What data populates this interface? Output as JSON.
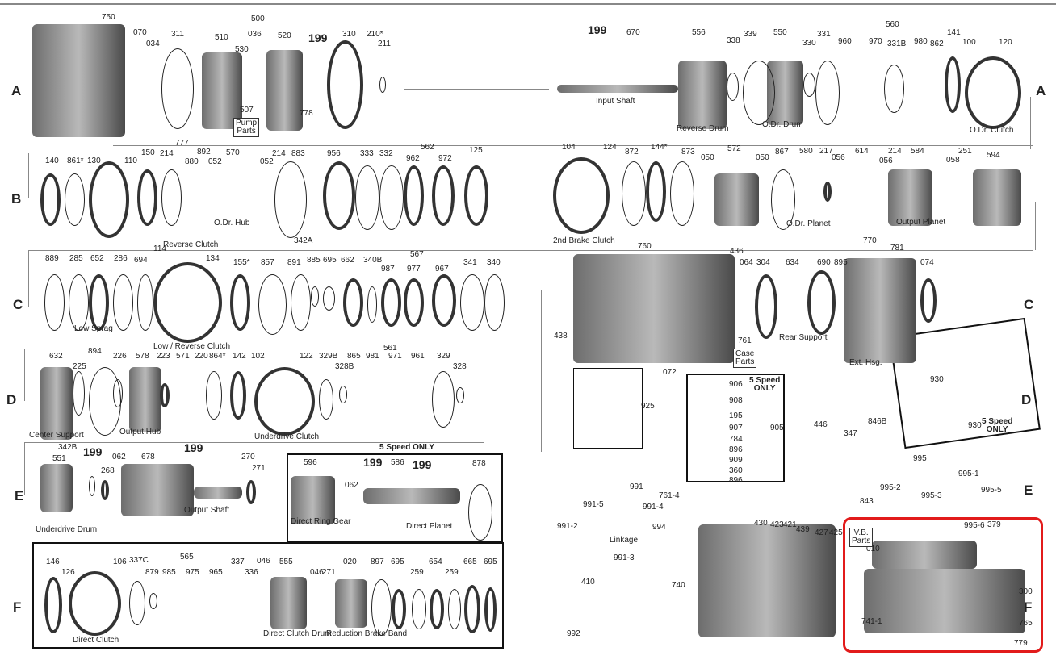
{
  "section_letters": {
    "A": "A",
    "B": "B",
    "C": "C",
    "D": "D",
    "E": "E",
    "F": "F"
  },
  "row_a": {
    "part_numbers": [
      "750",
      "070",
      "034",
      "311",
      "500",
      "510",
      "036",
      "520",
      "530",
      "199",
      "310",
      "210*",
      "211",
      "507",
      "778",
      "777",
      "199",
      "670",
      "556",
      "338",
      "339",
      "550",
      "330",
      "331",
      "560",
      "960",
      "970",
      "331B",
      "980",
      "862",
      "141",
      "100",
      "120"
    ],
    "captions": {
      "pump_parts": "Pump\nParts",
      "input_shaft": "Input Shaft",
      "reverse_drum": "Reverse Drum",
      "odr_drum": "O.Dr. Drum",
      "odr_clutch": "O.Dr. Clutch"
    }
  },
  "row_b": {
    "part_numbers": [
      "140",
      "861*",
      "130",
      "110",
      "150",
      "214",
      "880",
      "892",
      "052",
      "570",
      "052",
      "214",
      "883",
      "956",
      "333",
      "332",
      "562",
      "962",
      "972",
      "125",
      "342A",
      "104",
      "124",
      "872",
      "144*",
      "873",
      "050",
      "572",
      "050",
      "867",
      "580",
      "217",
      "056",
      "614",
      "214",
      "056",
      "584",
      "058",
      "251",
      "594"
    ],
    "captions": {
      "odr_hub": "O.Dr. Hub",
      "reverse_clutch": "Reverse Clutch",
      "second_brake_clutch": "2nd Brake Clutch",
      "odr_planet": "O.Dr. Planet",
      "output_planet": "Output Planet"
    }
  },
  "row_c": {
    "part_numbers": [
      "889",
      "285",
      "652",
      "286",
      "694",
      "114",
      "134",
      "155*",
      "857",
      "891",
      "885",
      "695",
      "662",
      "340B",
      "567",
      "987",
      "977",
      "967",
      "341",
      "340",
      "760",
      "436",
      "064",
      "304",
      "634",
      "690",
      "895",
      "770",
      "781",
      "074",
      "438",
      "761"
    ],
    "captions": {
      "low_sprag": "Low Sprag",
      "low_reverse_clutch": "Low / Reverse Clutch",
      "case_parts": "Case\nParts",
      "rear_support": "Rear\nSupport",
      "ext_hsg": "Ext. Hsg."
    }
  },
  "row_d": {
    "part_numbers": [
      "632",
      "894",
      "225",
      "226",
      "578",
      "223",
      "571",
      "220",
      "864*",
      "142",
      "102",
      "122",
      "329B",
      "328B",
      "865",
      "981",
      "561",
      "971",
      "961",
      "329",
      "328",
      "072",
      "925",
      "906",
      "908",
      "195",
      "905",
      "907",
      "784",
      "896",
      "909",
      "360",
      "896",
      "930",
      "930",
      "446",
      "846B",
      "347"
    ],
    "captions": {
      "center_support": "Center Support",
      "output_hub": "Output Hub",
      "underdrive_clutch": "Underdrive Clutch",
      "five_speed_only_a": "5 Speed\nONLY",
      "five_speed_only_b": "5 Speed\nONLY"
    }
  },
  "row_e": {
    "part_numbers": [
      "342B",
      "199",
      "551",
      "268",
      "062",
      "678",
      "199",
      "270",
      "271",
      "596",
      "199",
      "586",
      "199",
      "878",
      "062",
      "995",
      "995-1",
      "995-2",
      "995-3",
      "995-5",
      "991",
      "991-5",
      "761-4",
      "991-4",
      "994",
      "991-2",
      "991-3",
      "843",
      "430",
      "423",
      "421",
      "439",
      "427",
      "425",
      "995-6",
      "379"
    ],
    "captions": {
      "underdrive_drum": "Underdrive Drum",
      "output_shaft": "Output Shaft",
      "five_speed_only": "5 Speed ONLY",
      "direct_ring_gear": "Direct Ring Gear",
      "direct_planet": "Direct Planet",
      "linkage": "Linkage",
      "vb_parts": "V.B.\nParts"
    }
  },
  "row_f": {
    "part_numbers": [
      "146",
      "126",
      "106",
      "337C",
      "565",
      "879",
      "985",
      "975",
      "965",
      "337",
      "336",
      "046",
      "555",
      "046",
      "271",
      "020",
      "897",
      "695",
      "259",
      "654",
      "259",
      "665",
      "695",
      "410",
      "740",
      "992",
      "010",
      "300",
      "765",
      "779",
      "741-1"
    ],
    "captions": {
      "direct_clutch": "Direct Clutch",
      "direct_clutch_drum": "Direct Clutch\nDrum",
      "reduction_brake_band": "Reduction Brake\nBand"
    }
  },
  "colors": {
    "highlight": "#e21b1b",
    "frame": "#111111",
    "guide": "#888888"
  }
}
